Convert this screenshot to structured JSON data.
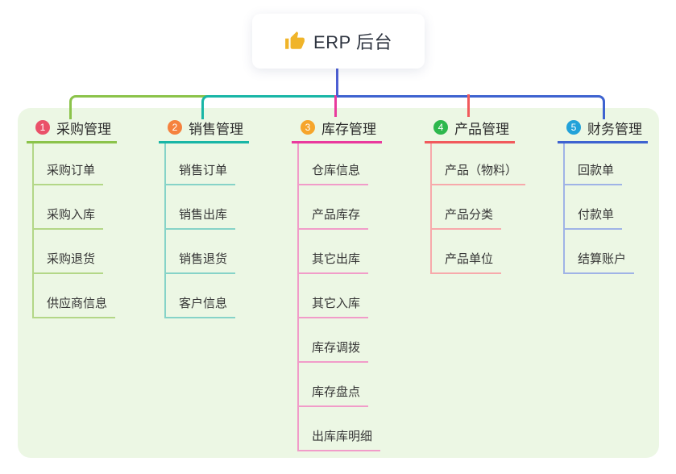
{
  "root": {
    "label": "ERP 后台",
    "icon": "thumbs-up-icon",
    "icon_color": "#f0b429",
    "connector_color": "#4d5fd3"
  },
  "panel": {
    "bg": "#ecf7e4"
  },
  "branches": [
    {
      "badge": "1",
      "badge_color": "#ea5169",
      "label": "采购管理",
      "line_color": "#8bc34a",
      "child_line_color": "#b3d787",
      "children": [
        "采购订单",
        "采购入库",
        "采购退货",
        "供应商信息"
      ]
    },
    {
      "badge": "2",
      "badge_color": "#f5823e",
      "label": "销售管理",
      "line_color": "#19b6a6",
      "child_line_color": "#86d3c8",
      "children": [
        "销售订单",
        "销售出库",
        "销售退货",
        "客户信息"
      ]
    },
    {
      "badge": "3",
      "badge_color": "#f6a52b",
      "label": "库存管理",
      "line_color": "#e93a9d",
      "child_line_color": "#f19cc9",
      "children": [
        "仓库信息",
        "产品库存",
        "其它出库",
        "其它入库",
        "库存调拨",
        "库存盘点",
        "出库库明细"
      ]
    },
    {
      "badge": "4",
      "badge_color": "#2db84d",
      "label": "产品管理",
      "line_color": "#f15a5c",
      "child_line_color": "#f7a9ab",
      "children": [
        "产品（物料）",
        "产品分类",
        "产品单位"
      ]
    },
    {
      "badge": "5",
      "badge_color": "#22a2d9",
      "label": "财务管理",
      "line_color": "#3e63d0",
      "child_line_color": "#9fb3e6",
      "children": [
        "回款单",
        "付款单",
        "结算账户"
      ]
    }
  ]
}
